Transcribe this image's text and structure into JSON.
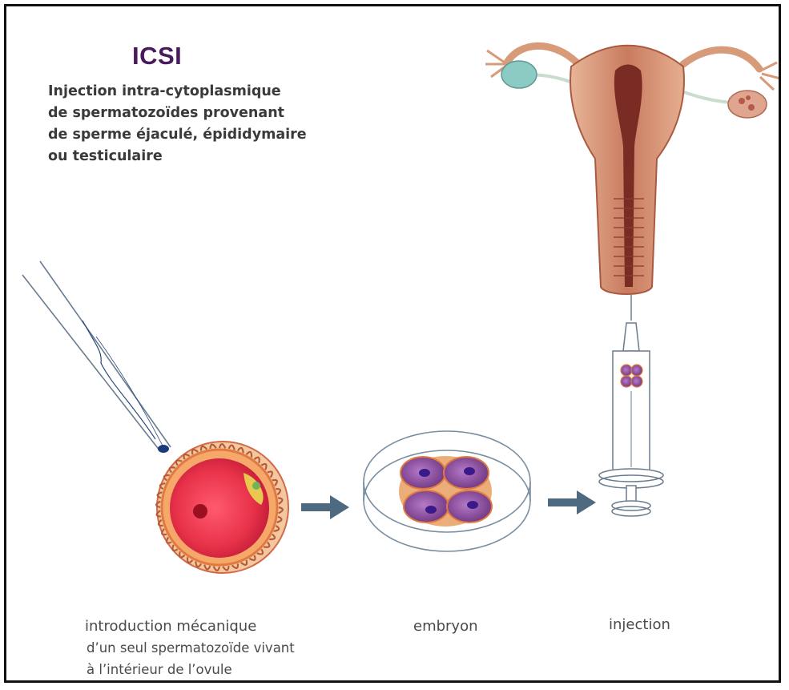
{
  "title": "ICSI",
  "subtitle_lines": [
    "Injection intra-cytoplasmique",
    "de spermatozoïdes provenant",
    "de sperme éjaculé, épididymaire",
    "ou testiculaire"
  ],
  "captions": {
    "step1": [
      "introduction mécanique",
      "d’un seul spermatozoïde vivant",
      "à l’intérieur de l’ovule"
    ],
    "step2": "embryon",
    "step3": "injection"
  },
  "icons": [
    "micropipette-icon",
    "oocyte-icon",
    "arrow-right-icon",
    "petri-dish-embryo-icon",
    "syringe-icon",
    "uterus-icon"
  ],
  "colors": {
    "title": "#4a1a5e",
    "arrow": "#4d6a80",
    "oocyte_center": "#e8324a",
    "embryo_cells": "#7a3f8c",
    "uterus": "#d79b7a"
  }
}
